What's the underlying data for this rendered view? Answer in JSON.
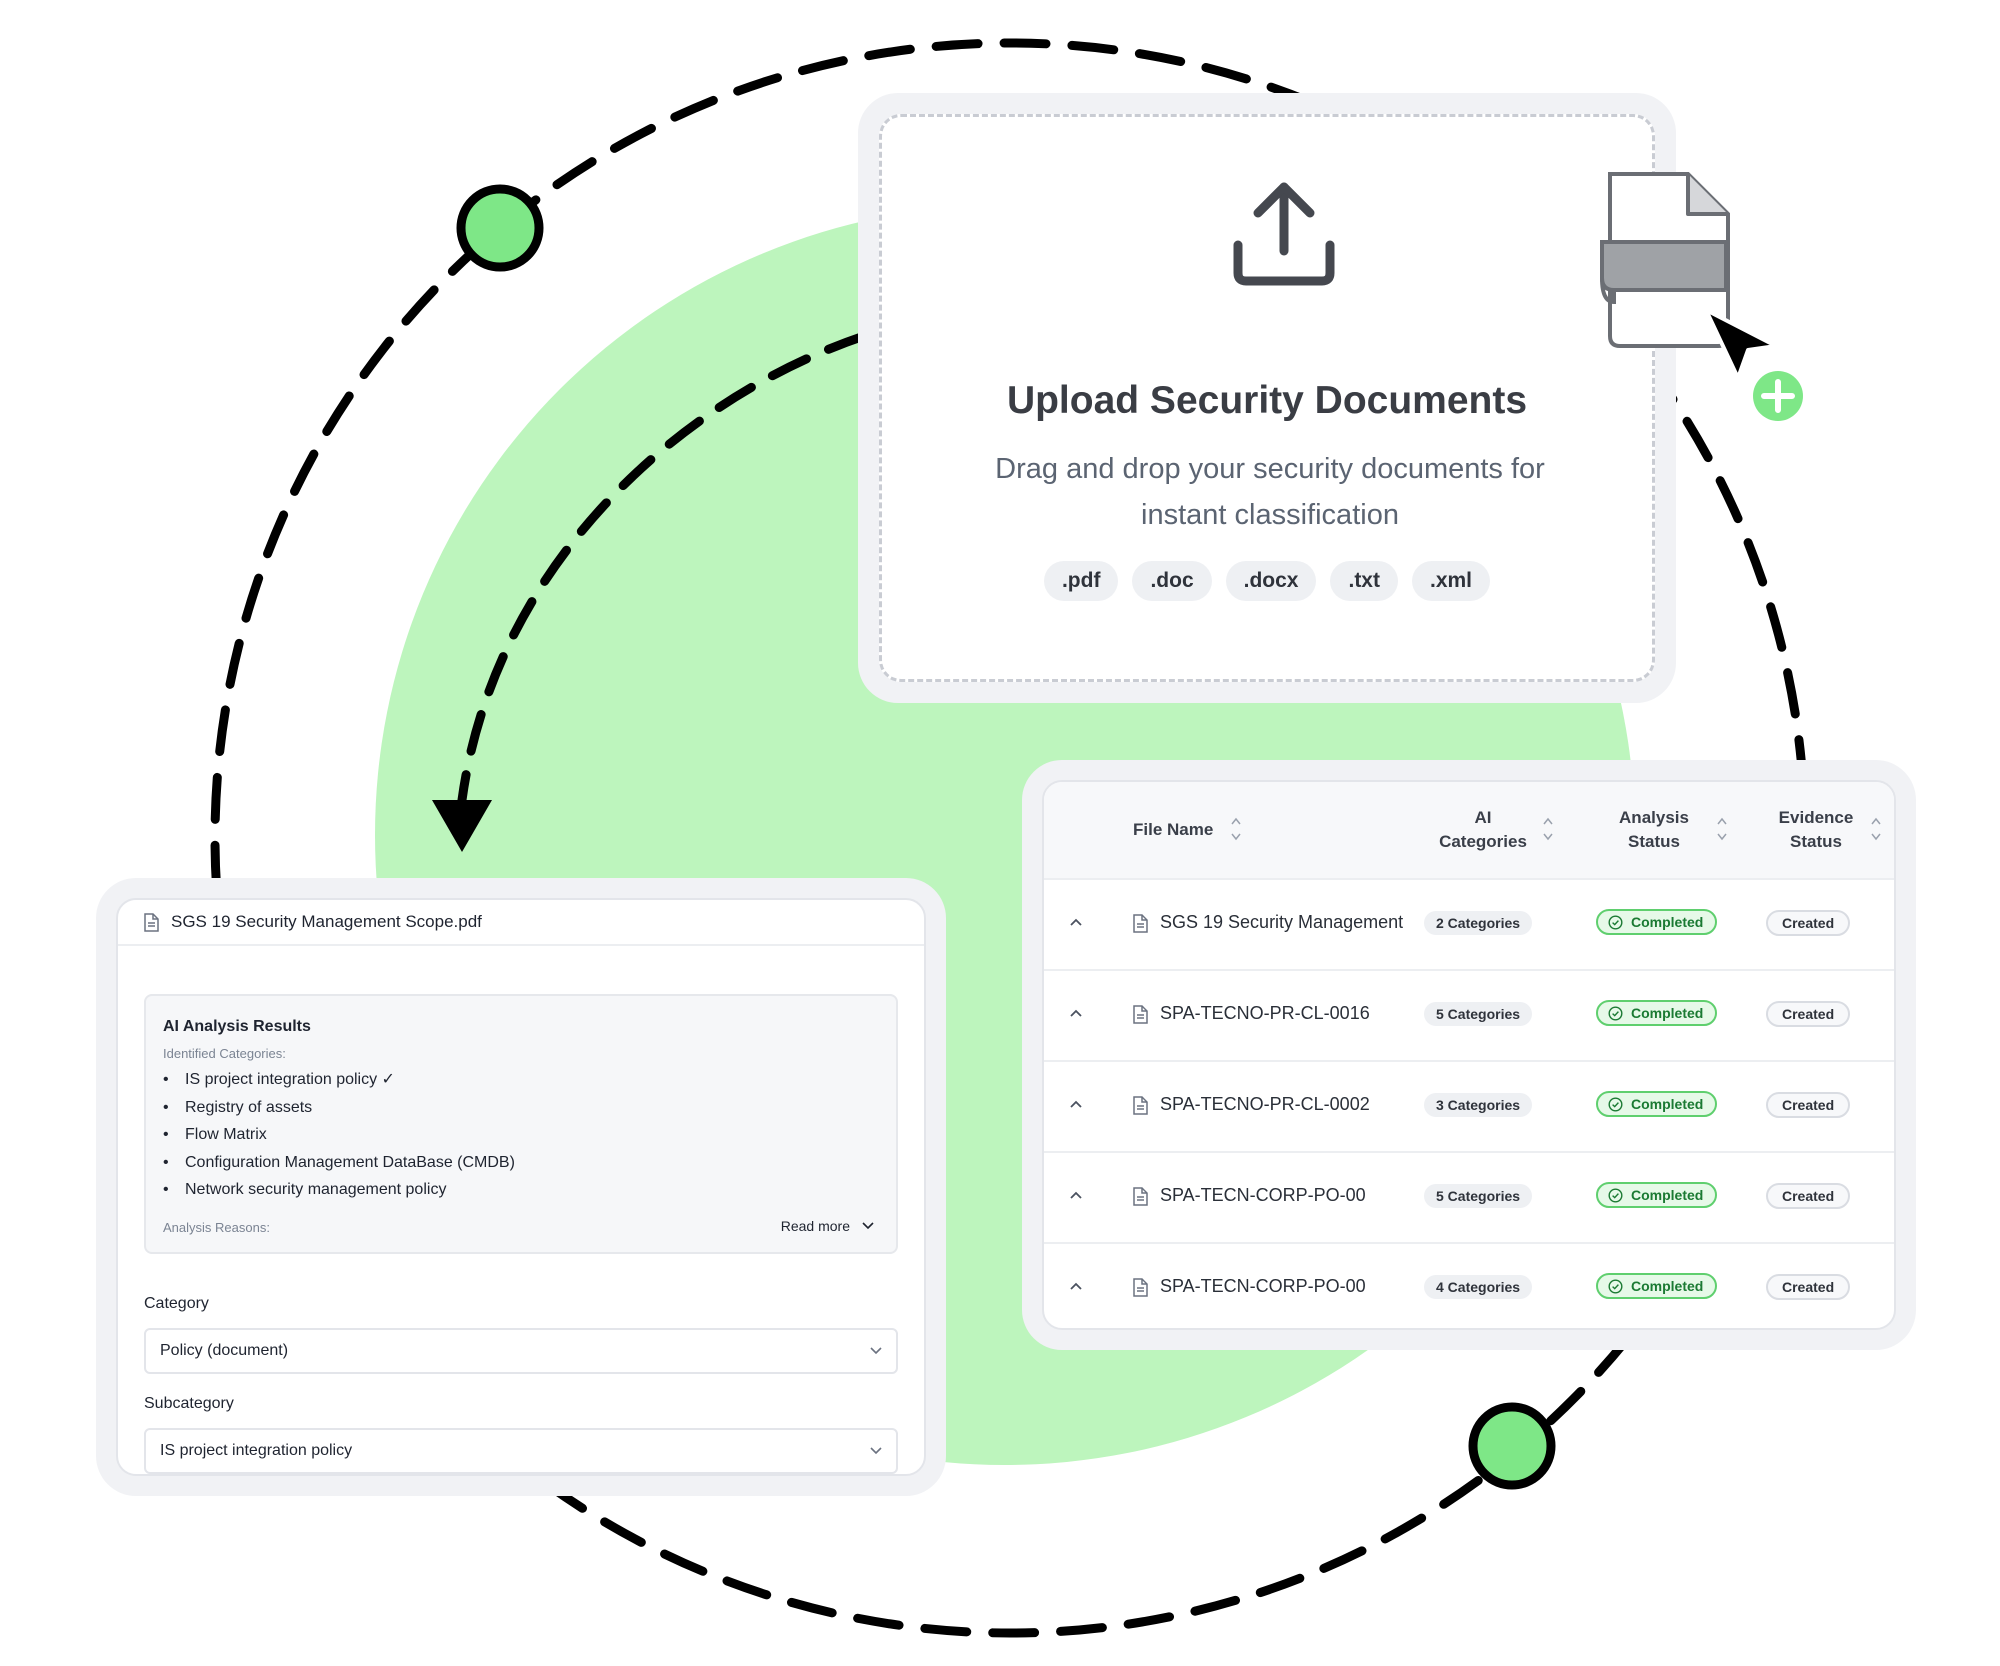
{
  "colors": {
    "accent_green": "#7ee787",
    "bg_green": "#bdf5bd",
    "completed_border": "#5fcf6e",
    "completed_text": "#1b7a33"
  },
  "upload": {
    "title": "Upload Security Documents",
    "subtitle": "Drag and drop your security documents for instant classification",
    "extensions": [
      ".pdf",
      ".doc",
      ".docx",
      ".txt",
      ".xml"
    ],
    "icon": "upload-icon"
  },
  "analysis": {
    "file_name": "SGS 19 Security Management Scope.pdf",
    "results_title": "AI Analysis Results",
    "identified_label": "Identified Categories:",
    "categories": [
      "IS project integration policy ✓",
      "Registry of assets",
      "Flow Matrix",
      "Configuration Management DataBase (CMDB)",
      "Network security management policy"
    ],
    "reasons_label": "Analysis Reasons:",
    "read_more": "Read more",
    "category_label": "Category",
    "category_value": "Policy (document)",
    "subcategory_label": "Subcategory",
    "subcategory_value": "IS project integration policy"
  },
  "table": {
    "headers": {
      "file_name": "File Name",
      "ai_categories_1": "AI",
      "ai_categories_2": "Categories",
      "analysis_status_1": "Analysis",
      "analysis_status_2": "Status",
      "evidence_status_1": "Evidence",
      "evidence_status_2": "Status"
    },
    "rows": [
      {
        "name": "SGS 19 Security Management",
        "categories": "2 Categories",
        "analysis": "Completed",
        "evidence": "Created"
      },
      {
        "name": "SPA-TECNO-PR-CL-0016",
        "categories": "5 Categories",
        "analysis": "Completed",
        "evidence": "Created"
      },
      {
        "name": "SPA-TECNO-PR-CL-0002",
        "categories": "3 Categories",
        "analysis": "Completed",
        "evidence": "Created"
      },
      {
        "name": "SPA-TECN-CORP-PO-00",
        "categories": "5 Categories",
        "analysis": "Completed",
        "evidence": "Created"
      },
      {
        "name": "SPA-TECN-CORP-PO-00",
        "categories": "4 Categories",
        "analysis": "Completed",
        "evidence": "Created"
      }
    ]
  }
}
